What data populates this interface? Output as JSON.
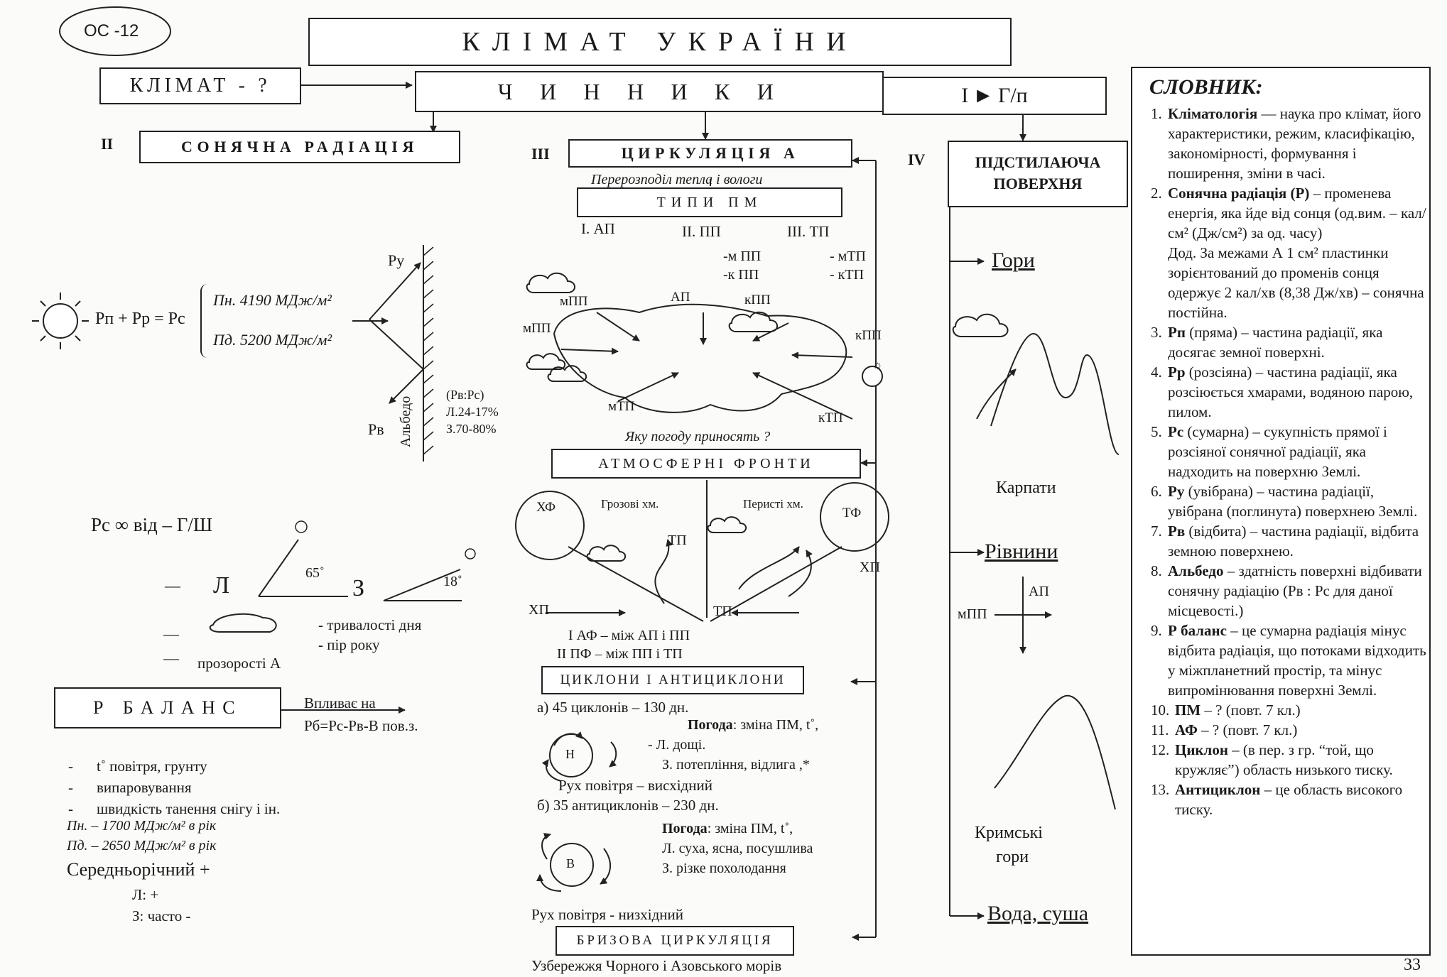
{
  "badge": "ОС -12",
  "page_number": "33",
  "title": "КЛІМАТ УКРАЇНИ",
  "top": {
    "climat_q": "КЛІМАТ - ?",
    "factors": "ЧИННИКИ",
    "roman_1": "І",
    "geo": "Г/п"
  },
  "solar": {
    "roman": "ІІ",
    "header": "СОНЯЧНА РАДІАЦІЯ",
    "formula": "Рп + Рр = Рс",
    "north": "Пн. 4190 МДж/м²",
    "south": "Пд. 5200 МДж/м²",
    "ru": "Ру",
    "rv": "Рв",
    "albedo": "Альбедо",
    "albedo_ratio": "(Рв:Рс)",
    "summer": "Л.24-17%",
    "winter": "З.70-80%",
    "dependence": "Рс ∞ від – Г/Ш",
    "summer_letter": "Л",
    "winter_letter": "З",
    "angle_summer": "65˚",
    "angle_winter": "18˚",
    "day_length": "- тривалості дня",
    "seasons": "- пір року",
    "transparency": "прозорості А"
  },
  "balance": {
    "header": "Р БАЛАНС",
    "influences": "Впливає на",
    "formula": "Рб=Рс-Рв-В пов.з.",
    "items": [
      "t˚ повітря, грунту",
      "випаровування",
      "швидкість танення снігу і ін."
    ],
    "north": "Пн. – 1700 МДж/м² в рік",
    "south": "Пд. – 2650 МДж/м² в рік",
    "annual": "Середньорічний +",
    "summer": "Л: +",
    "winter": "З: часто -"
  },
  "circ": {
    "roman": "ІІІ",
    "header": "ЦИРКУЛЯЦІЯ А",
    "sub": "Перерозподіл тепла і вологи",
    "types": "ТИПИ ПМ",
    "ap": "І. АП",
    "pp": "ІІ. ПП",
    "tp": "ІІІ. ТП",
    "mpp": "-м ПП",
    "kpp": "-к ПП",
    "mtp": "- мТП",
    "ktp": "- кТП",
    "map_labels": [
      "мПП",
      "АП",
      "кПП",
      "мПП",
      "кПП",
      "мТП",
      "кТП"
    ],
    "question": "Яку погоду приносять ?",
    "fronts": "АТМОСФЕРНІ ФРОНТИ",
    "cf": "ХФ",
    "wf": "ТФ",
    "thunder": "Грозові хм.",
    "cirrus": "Перисті хм.",
    "tp1": "ТП",
    "xp_right": "ХП",
    "xp_left": "ХП",
    "tp2": "ТП",
    "af": "І АФ – між АП і ПП",
    "pf": "ІІ ПФ – між ПП і ТП",
    "cyclones": "ЦИКЛОНИ І АНТИЦИКЛОНИ",
    "cyc_count": "а) 45 циклонів – 130 дн.",
    "weather_label": "Погода",
    "cyc_weather": ": зміна ПМ, t˚,",
    "cyc_summer": "- Л. дощі.",
    "cyc_winter": "З. потепління, відлига ,*",
    "low": "Н",
    "cyc_air": "Рух повітря – висхідний",
    "anti_count": "б) 35 антициклонів – 230 дн.",
    "anti_weather": ": зміна ПМ, t˚,",
    "anti_summer": "Л. суха, ясна, посушлива",
    "anti_winter": "З. різке похолодання",
    "high": "В",
    "anti_air": "Рух повітря - низхідний",
    "breeze": "БРИЗОВА ЦИРКУЛЯЦІЯ",
    "coast": "Узбережжя Чорного і Азовського морів"
  },
  "surface": {
    "roman": "IV",
    "header_1": "ПІДСТИЛАЮЧА",
    "header_2": "ПОВЕРХНЯ",
    "mountains": "Гори",
    "carpathians": "Карпати",
    "plains": "Рівнини",
    "ap": "АП",
    "mpp": "мПП",
    "crimea_1": "Кримські",
    "crimea_2": "гори",
    "water": "Вода, суша"
  },
  "glossary": {
    "title": "СЛОВНИК:",
    "items": [
      {
        "n": "1.",
        "term": "Кліматологія",
        "text": " — наука про клімат, його характеристики, режим, класифікацію, закономірності, формування і поширення, зміни в часі."
      },
      {
        "n": "2.",
        "term": "Сонячна радіація (Р)",
        "text": " – промене­ва енергія, яка йде від сонця (од.вим. – кал/см² (Дж/см²) за од. часу)"
      },
      {
        "n": "",
        "term": "",
        "text": "Дод. За межами А 1 см² пластинки зорієнтований до променів сонця одержує 2 кал/хв (8,38 Дж/хв) – сонячна постійна."
      },
      {
        "n": "3.",
        "term": "Рп",
        "text": "  (пряма) – частина радіації, яка досягає земної поверхні."
      },
      {
        "n": "4.",
        "term": "Рр",
        "text": " (розсіяна) – частина радіації, яка розсіюється хмарами, водяною парою, пилом."
      },
      {
        "n": "5.",
        "term": "Рс",
        "text": " (сумарна) – сукупність прямої і розсіяної сонячної радіації, яка надходить на поверхню Землі."
      },
      {
        "n": "6.",
        "term": "Ру",
        "text": " (увібрана) – частина радіації, увібрана (поглинута) поверхнею Землі."
      },
      {
        "n": "7.",
        "term": "Рв",
        "text": " (відбита) – частина радіації, відбита земною поверхнею."
      },
      {
        "n": "8.",
        "term": "Альбедо",
        "text": " – здатність поверхні відбивати сонячну радіацію (Рв : Рс для даної місцевості.)"
      },
      {
        "n": "9.",
        "term": "Р баланс",
        "text": " – це сумарна радіація мінус відбита радіація, що потоками відходить у міжпланетний простір, та мінус випромінювання поверхні Землі."
      },
      {
        "n": "10.",
        "term": "ПМ",
        "text": " – ? (повт. 7 кл.)"
      },
      {
        "n": "11.",
        "term": "АФ",
        "text": " – ? (повт. 7 кл.)"
      },
      {
        "n": "12.",
        "term": "Циклон",
        "text": " – (в пер. з гр. “той, що кружляє”) область низького тиску."
      },
      {
        "n": "13.",
        "term": "Антициклон",
        "text": " – це область високого тиску."
      }
    ]
  }
}
